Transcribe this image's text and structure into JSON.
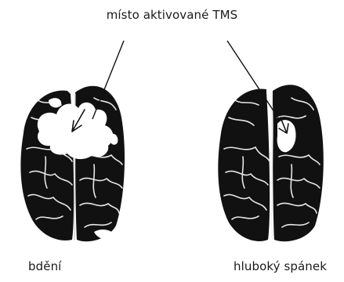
{
  "title": "místo aktivované TMS",
  "labels": {
    "awake": "bdění",
    "deep_sleep": "hluboký spánek"
  },
  "colors": {
    "brain": "#111111",
    "sulci": "#e6e6e6",
    "activation": "#ffffff",
    "text": "#1a1a1a"
  }
}
